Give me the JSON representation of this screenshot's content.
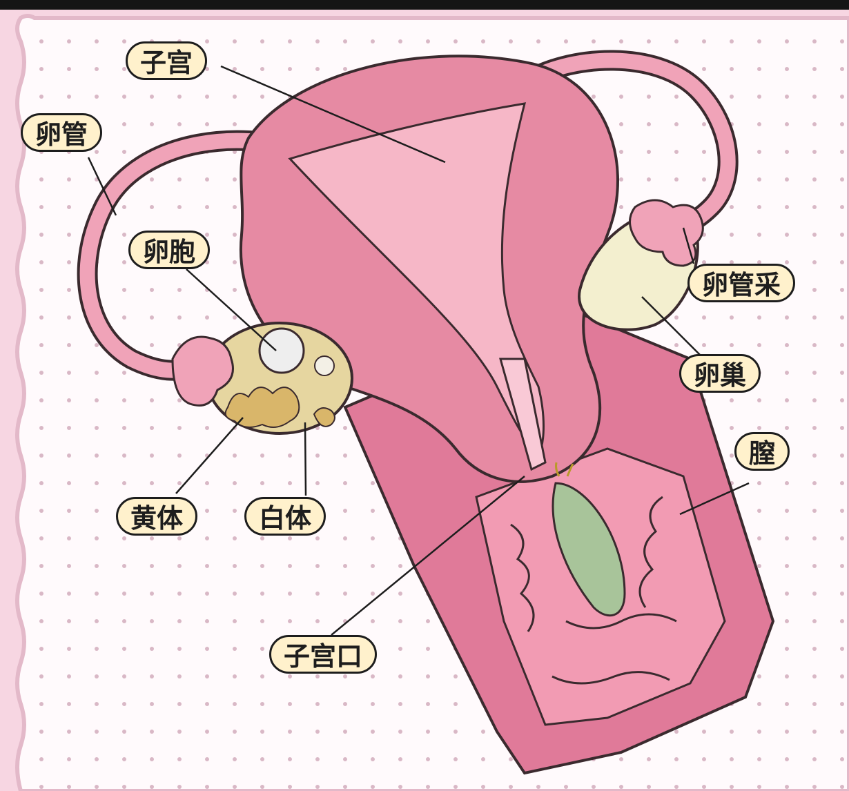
{
  "diagram": {
    "labels": {
      "uterus": "子宫",
      "fallopian_tube": "卵管",
      "follicle": "卵胞",
      "fimbriae": "卵管采",
      "ovary": "卵巢",
      "vagina": "膣",
      "corpus_luteum": "黄体",
      "corpus_albicans": "白体",
      "cervical_os": "子宫口"
    },
    "colors": {
      "uterus_pink": "#e68aa3",
      "uterus_light": "#f6b7c7",
      "outline": "#3a2a2e",
      "ovary_left": "#e6d6a0",
      "ovary_right": "#f3efcf",
      "green_object": "#a8c49a",
      "label_fill": "#fff1cc",
      "paper_bg": "#f7d6e2"
    }
  }
}
